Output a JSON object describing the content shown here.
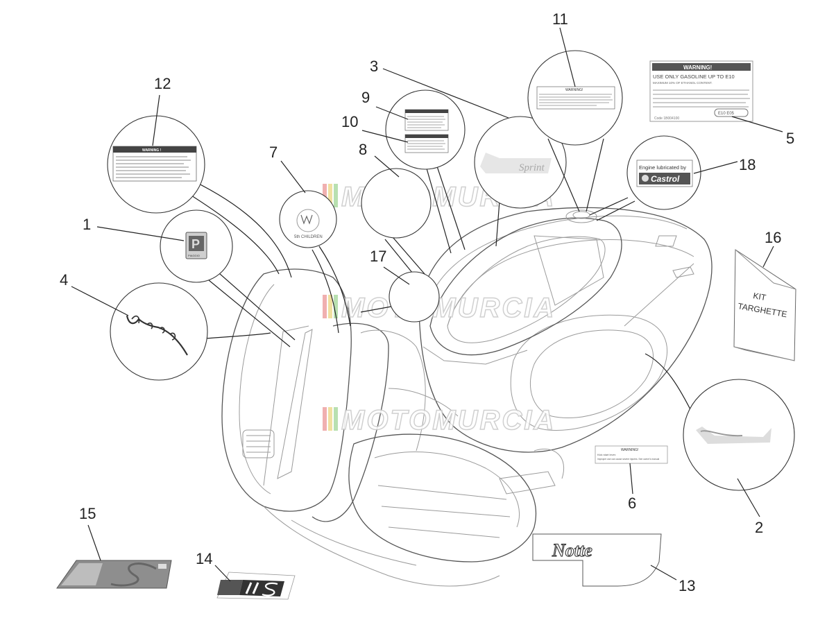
{
  "callouts": [
    {
      "id": "1",
      "label": "1"
    },
    {
      "id": "2",
      "label": "2"
    },
    {
      "id": "3",
      "label": "3"
    },
    {
      "id": "4",
      "label": "4"
    },
    {
      "id": "5",
      "label": "5"
    },
    {
      "id": "6",
      "label": "6"
    },
    {
      "id": "7",
      "label": "7"
    },
    {
      "id": "8",
      "label": "8"
    },
    {
      "id": "9",
      "label": "9"
    },
    {
      "id": "10",
      "label": "10"
    },
    {
      "id": "11",
      "label": "11"
    },
    {
      "id": "12",
      "label": "12"
    },
    {
      "id": "13",
      "label": "13"
    },
    {
      "id": "14",
      "label": "14"
    },
    {
      "id": "15",
      "label": "15"
    },
    {
      "id": "16",
      "label": "16"
    },
    {
      "id": "17",
      "label": "17"
    },
    {
      "id": "18",
      "label": "18"
    }
  ],
  "decals": {
    "warning_12": "WARNING !",
    "warning_11": "WARNING!",
    "warning_5": {
      "title": "WARNING!",
      "line1": "USE ONLY GASOLINE UP TO E10",
      "line2": "MAXIMUM 10% OF ETHANOL CONTENT.",
      "badge": "E10  E05",
      "code": "Code 1B004100"
    },
    "warning_6": {
      "title": "WARNING!",
      "line1": "Kick start lever.",
      "line2": "Improper use can cause severe injuries. See owner's manual"
    },
    "castrol": {
      "line1": "Engine lubricated by",
      "brand": "Castrol"
    },
    "kit": {
      "line1": "KIT",
      "line2": "TARGHETTE"
    },
    "notte": "Notte",
    "badge_7": "5th CHILDREN",
    "piaggio": "PIAGGIO"
  },
  "watermark": "MOTOMURCIA"
}
